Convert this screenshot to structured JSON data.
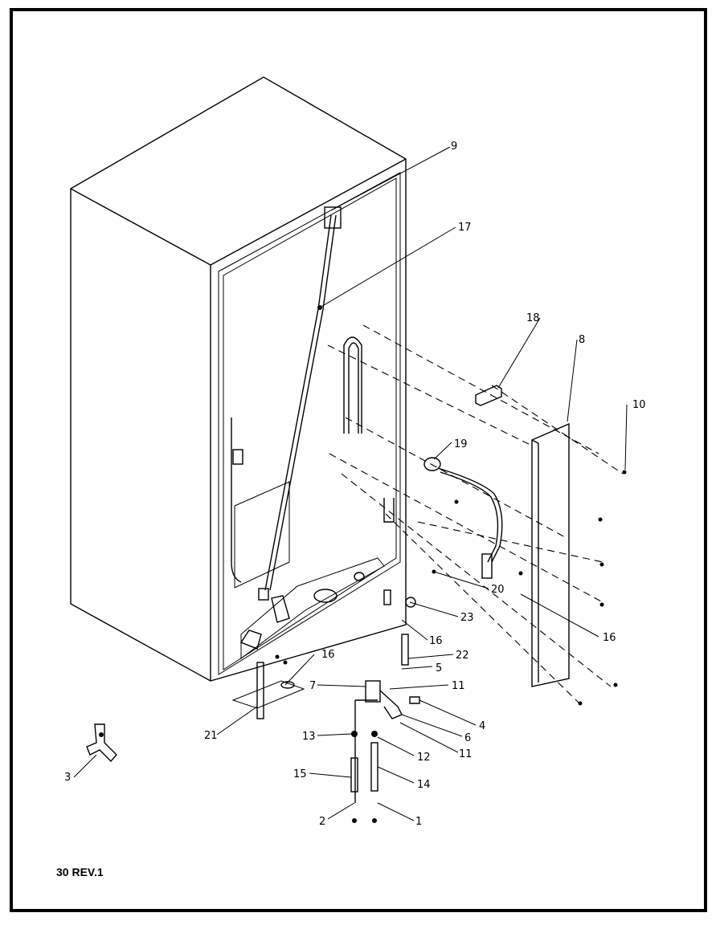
{
  "diagram": {
    "drawing_code": "30 REV.1",
    "callouts": [
      {
        "id": "c9",
        "text": "9"
      },
      {
        "id": "c17",
        "text": "17"
      },
      {
        "id": "c18",
        "text": "18"
      },
      {
        "id": "c8",
        "text": "8"
      },
      {
        "id": "c10",
        "text": "10"
      },
      {
        "id": "c19",
        "text": "19"
      },
      {
        "id": "c20",
        "text": "20"
      },
      {
        "id": "c23",
        "text": "23"
      },
      {
        "id": "c16a",
        "text": "16"
      },
      {
        "id": "c16b",
        "text": "16"
      },
      {
        "id": "c16c",
        "text": "16"
      },
      {
        "id": "c22",
        "text": "22"
      },
      {
        "id": "c5",
        "text": "5"
      },
      {
        "id": "c7",
        "text": "7"
      },
      {
        "id": "c11a",
        "text": "11"
      },
      {
        "id": "c4",
        "text": "4"
      },
      {
        "id": "c6",
        "text": "6"
      },
      {
        "id": "c11b",
        "text": "11"
      },
      {
        "id": "c21",
        "text": "21"
      },
      {
        "id": "c13",
        "text": "13"
      },
      {
        "id": "c12",
        "text": "12"
      },
      {
        "id": "c15",
        "text": "15"
      },
      {
        "id": "c14",
        "text": "14"
      },
      {
        "id": "c2",
        "text": "2"
      },
      {
        "id": "c1",
        "text": "1"
      },
      {
        "id": "c3",
        "text": "3"
      }
    ]
  }
}
